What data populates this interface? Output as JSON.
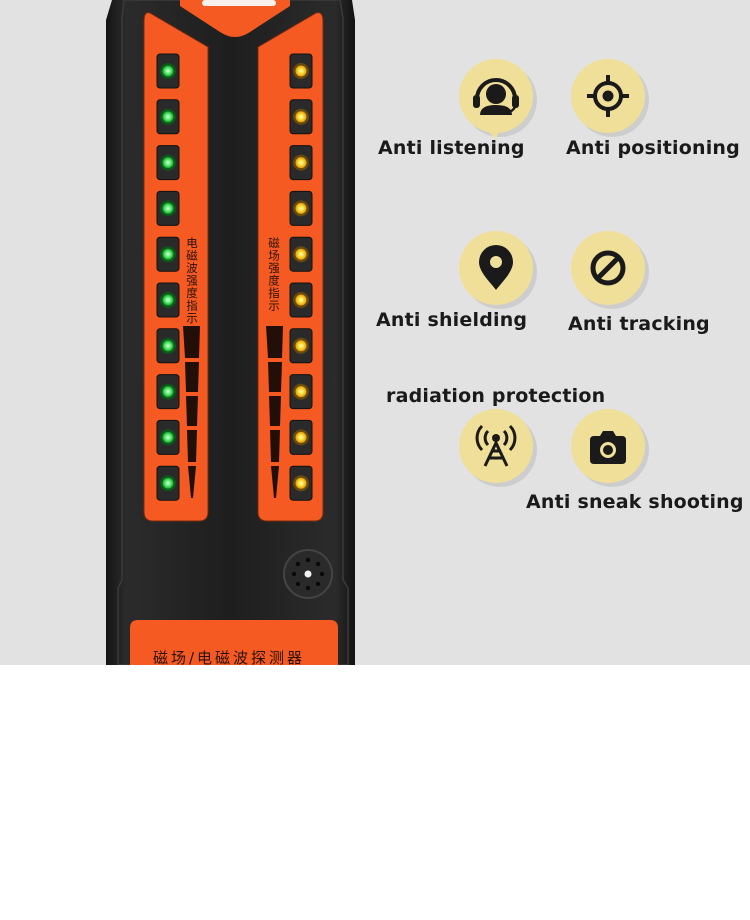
{
  "features": [
    {
      "label": "Anti listening",
      "icon": "headset-icon"
    },
    {
      "label": "Anti positioning",
      "icon": "crosshair-icon"
    },
    {
      "label": "Anti shielding",
      "icon": "map-pin-icon"
    },
    {
      "label": "Anti tracking",
      "icon": "prohibited-icon"
    },
    {
      "label": "radiation protection",
      "icon": "radio-tower-icon"
    },
    {
      "label": "Anti sneak shooting",
      "icon": "camera-icon"
    }
  ],
  "device": {
    "left_indicator_label": "电磁波强度指示",
    "right_indicator_label": "磁场强度指示",
    "bottom_label": "磁场/电磁波探测器",
    "left_led_count": 10,
    "right_led_count": 10,
    "left_led_color": "#22dd44",
    "right_led_color": "#ffdd22"
  },
  "colors": {
    "background": "#e2e2e2",
    "device_body": "#1f1f1f",
    "panel_orange": "#f55a22",
    "icon_circle": "#f0df98"
  }
}
